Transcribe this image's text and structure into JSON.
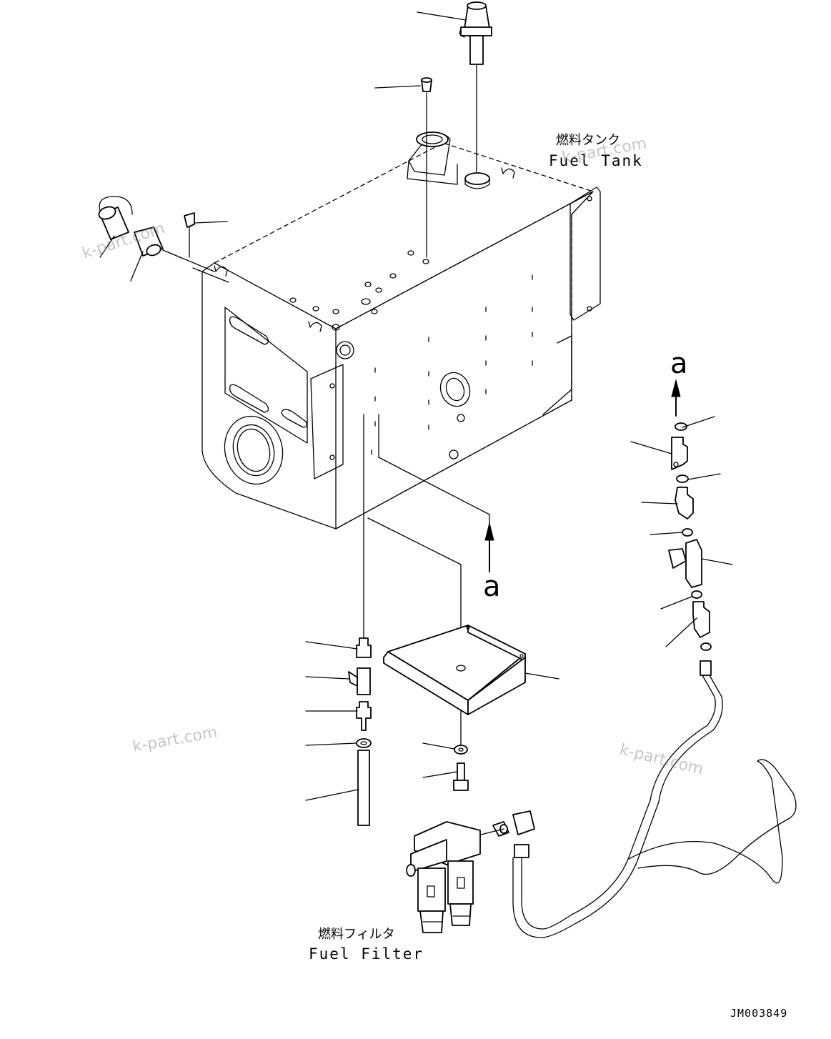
{
  "labels": {
    "fuel_tank_jp": "燃料タンク",
    "fuel_tank_en": "Fuel Tank",
    "fuel_filter_jp": "燃料フィルタ",
    "fuel_filter_en": "Fuel Filter",
    "connector_a_top": "a",
    "connector_a_bottom": "a"
  },
  "watermarks": [
    "k-part.com",
    "k-part.com",
    "k-part.com",
    "k-part.com"
  ],
  "drawing_code": "JM003849"
}
